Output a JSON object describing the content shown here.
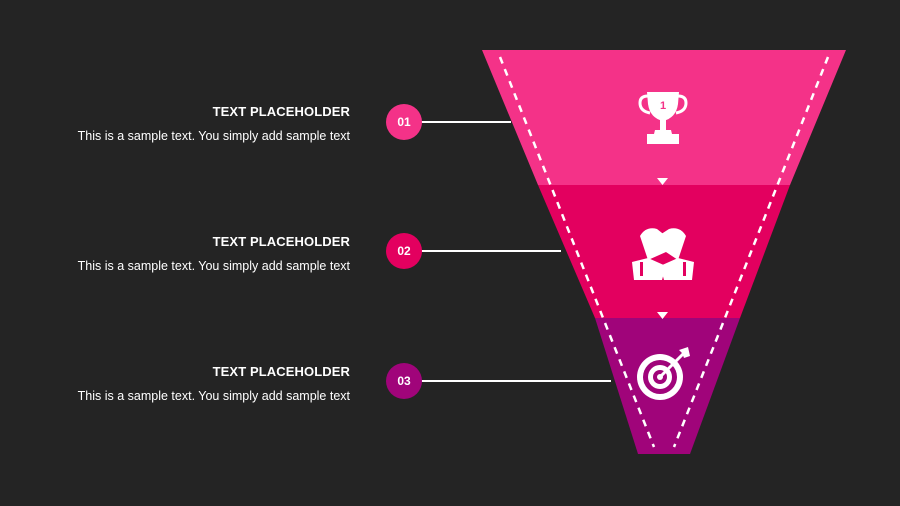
{
  "colors": {
    "background": "#242424",
    "stage_1": "#f43288",
    "stage_2": "#e3005f",
    "stage_3": "#a0047a",
    "connector": "#ffffff",
    "text": "#ffffff"
  },
  "items": [
    {
      "number": "01",
      "title": "TEXT PLACEHOLDER",
      "description": "This is a sample text. You simply add sample text",
      "icon": "trophy-icon",
      "trophy_number": "1"
    },
    {
      "number": "02",
      "title": "TEXT PLACEHOLDER",
      "description": "This is a sample text. You simply add sample text",
      "icon": "handshake-icon"
    },
    {
      "number": "03",
      "title": "TEXT PLACEHOLDER",
      "description": "This is a sample text. You simply add sample text",
      "icon": "target-icon"
    }
  ]
}
